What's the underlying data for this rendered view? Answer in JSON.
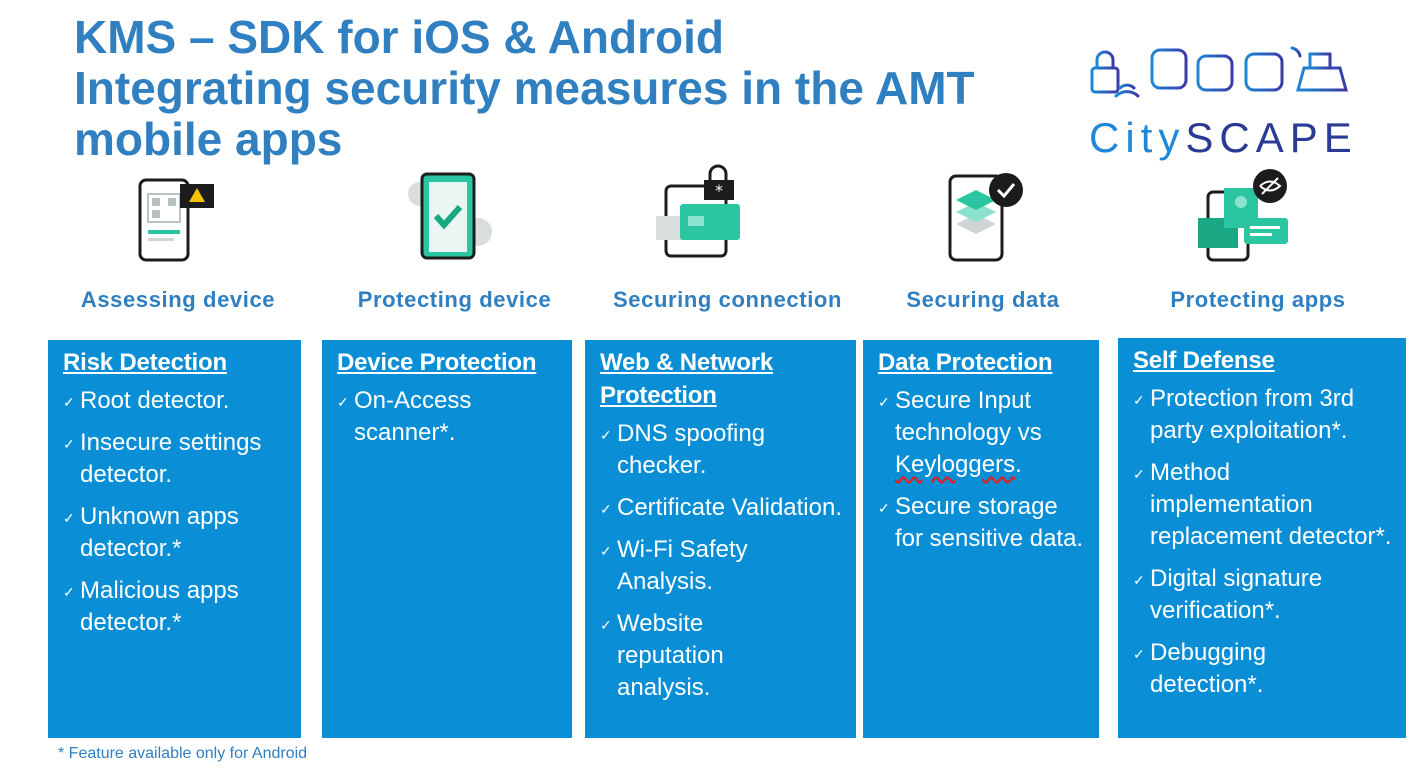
{
  "title": {
    "line1": "KMS – SDK for iOS & Android",
    "line2": "Integrating security measures in the AMT",
    "line3": "mobile apps"
  },
  "logo": {
    "text_part1": "City",
    "text_part2": "SCAPE",
    "icon": "cityscape-transport-lock-logo"
  },
  "columns": [
    {
      "heading": "Assessing device",
      "icon": "phone-qr-warning-icon",
      "box_title": "Risk Detection",
      "items": [
        "Root detector.",
        "Insecure settings detector.",
        "Unknown apps detector.*",
        "Malicious apps detector.*"
      ]
    },
    {
      "heading": "Protecting device",
      "icon": "phone-check-gears-icon",
      "box_title": "Device Protection",
      "items": [
        "On-Access scanner*."
      ]
    },
    {
      "heading": "Securing connection",
      "icon": "tablet-card-lock-icon",
      "box_title": "Web & Network Protection",
      "items": [
        "DNS spoofing checker.",
        "Certificate Validation.",
        "Wi-Fi Safety Analysis.",
        "Website reputation analysis."
      ]
    },
    {
      "heading": "Securing data",
      "icon": "phone-layers-check-icon",
      "box_title": "Data Protection",
      "items": [
        "Secure Input technology vs ",
        "Secure storage for sensitive data."
      ],
      "keyword": "Keyloggers",
      "keyword_suffix": "."
    },
    {
      "heading": "Protecting apps",
      "icon": "phone-hidden-eye-icon",
      "box_title": "Self Defense",
      "items": [
        "Protection from 3rd party exploitation*.",
        "Method implementation replacement detector*.",
        "Digital signature verification*.",
        "Debugging detection*."
      ]
    }
  ],
  "footnote": "* Feature available only for Android",
  "colors": {
    "title": "#2f7fc1",
    "box": "#0a8fd6",
    "accent_green": "#2cc5a1",
    "logo_navy": "#2b3a93"
  }
}
